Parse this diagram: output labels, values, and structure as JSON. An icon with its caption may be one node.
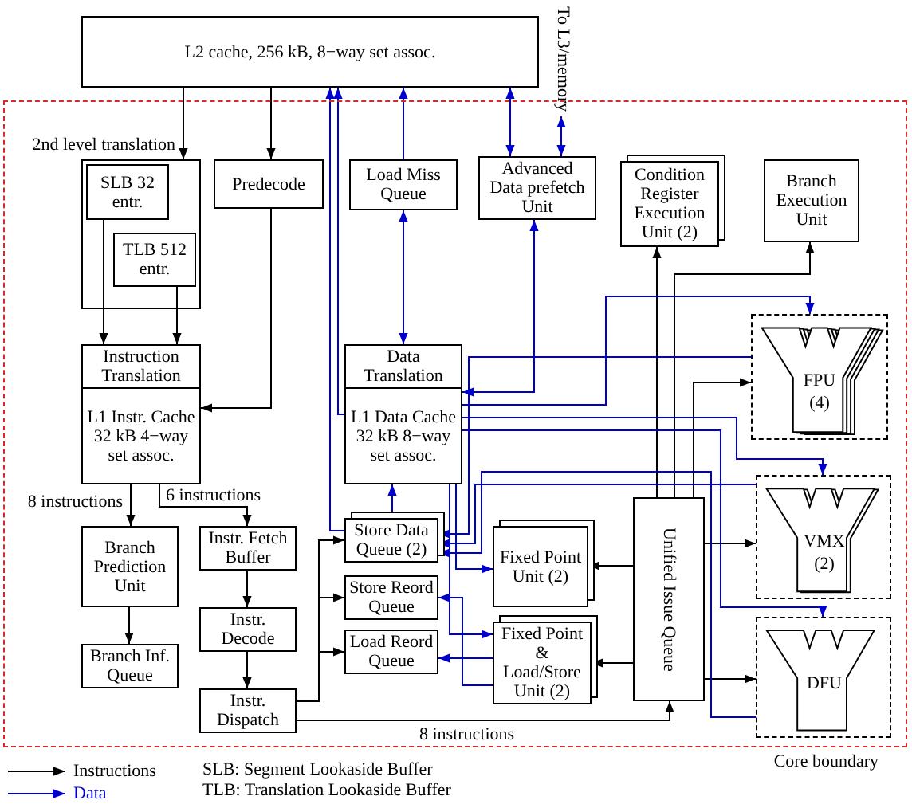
{
  "diagram": {
    "nodes": [
      {
        "text": [
          "L2 cache, 256 kB, 8−way set assoc."
        ]
      },
      {
        "text": [
          "To L3/memory"
        ]
      },
      {
        "text": [
          "Core boundary"
        ]
      },
      {
        "text": [
          "2nd level translation"
        ],
        "in": 2
      },
      {
        "text": [
          "SLB 32 entr."
        ],
        "in": 3
      },
      {
        "text": [
          "TLB 512 entr."
        ],
        "in": 3
      },
      {
        "text": [
          "Predecode"
        ],
        "in": 2
      },
      {
        "text": [
          "Load Miss Queue"
        ],
        "in": 2
      },
      {
        "text": [
          "Advanced Data prefetch Unit"
        ],
        "in": 2
      },
      {
        "text": [
          "Condition Register Execution Unit (2)"
        ],
        "in": 2
      },
      {
        "text": [
          "Branch Execution Unit"
        ],
        "in": 2
      },
      {
        "text": [
          "Instruction Translation",
          "L1 Instr. Cache 32 kB 4−way set assoc."
        ],
        "in": 2
      },
      {
        "text": [
          "Data Translation",
          "L1 Data Cache 32 kB 8−way set assoc."
        ],
        "in": 2
      },
      {
        "text": [
          "FPU (4)"
        ],
        "in": 2
      },
      {
        "text": [
          "Unified Issue Queue"
        ],
        "in": 2
      },
      {
        "text": [
          "VMX (2)"
        ],
        "in": 2
      },
      {
        "text": [
          "Branch Prediction Unit"
        ],
        "in": 2
      },
      {
        "text": [
          "Instr. Fetch Buffer"
        ],
        "in": 2
      },
      {
        "text": [
          "Store Data Queue (2)"
        ],
        "in": 2
      },
      {
        "text": [
          "Fixed Point Unit (2)"
        ],
        "in": 2
      },
      {
        "text": [
          "Store Reord Queue"
        ],
        "in": 2
      },
      {
        "text": [
          "Branch Inf. Queue"
        ],
        "in": 2
      },
      {
        "text": [
          "Instr. Decode"
        ],
        "in": 2
      },
      {
        "text": [
          "Load Reord Queue"
        ],
        "in": 2
      },
      {
        "text": [
          "Fixed Point & Load/Store Unit (2)"
        ],
        "in": 2
      },
      {
        "text": [
          "DFU"
        ],
        "in": 2
      },
      {
        "text": [
          "Instr. Dispatch"
        ],
        "in": 2
      }
    ],
    "edges": [
      {
        "from": 0,
        "to": 3,
        "arrow": "to"
      },
      {
        "from": 0,
        "to": 6,
        "arrow": "to"
      },
      {
        "from": 6,
        "to": 11,
        "arrow": "to"
      },
      {
        "from": 4,
        "to": 11,
        "arrow": "to"
      },
      {
        "from": 5,
        "to": 11,
        "arrow": "to"
      },
      {
        "from": 11,
        "to": 16,
        "arrow": "to",
        "label": "8 instructions"
      },
      {
        "from": 11,
        "to": 17,
        "arrow": "to",
        "label": "6 instructions"
      },
      {
        "from": 17,
        "to": 22,
        "arrow": "to"
      },
      {
        "from": 22,
        "to": 26,
        "arrow": "to"
      },
      {
        "from": 16,
        "to": 21,
        "arrow": "to"
      },
      {
        "from": 26,
        "to": 18,
        "arrow": "to"
      },
      {
        "from": 26,
        "to": 20,
        "arrow": "to"
      },
      {
        "from": 26,
        "to": 23,
        "arrow": "to"
      },
      {
        "from": 26,
        "to": 14,
        "arrow": "to",
        "label": "8 instructions"
      },
      {
        "from": 14,
        "to": 19,
        "arrow": "to"
      },
      {
        "from": 14,
        "to": 24,
        "arrow": "to"
      },
      {
        "from": 14,
        "to": 15,
        "arrow": "to"
      },
      {
        "from": 14,
        "to": 25,
        "arrow": "to"
      },
      {
        "from": 14,
        "to": 13,
        "arrow": "to"
      },
      {
        "from": 14,
        "to": 9,
        "arrow": "to"
      },
      {
        "from": 14,
        "to": 10,
        "arrow": "to"
      },
      {
        "from": 8,
        "to": 0,
        "arrow": "both",
        "color": "#0000cc"
      },
      {
        "from": 8,
        "to": 1,
        "arrow": "both",
        "color": "#0000cc"
      },
      {
        "from": 7,
        "to": 0,
        "arrow": "to",
        "color": "#0000cc"
      },
      {
        "from": 7,
        "to": 12,
        "arrow": "both",
        "color": "#0000cc"
      },
      {
        "from": 8,
        "to": 12,
        "arrow": "both",
        "color": "#0000cc"
      },
      {
        "from": 12,
        "to": 0,
        "arrow": "to",
        "color": "#0000cc"
      },
      {
        "from": 18,
        "to": 0,
        "arrow": "to",
        "color": "#0000cc"
      },
      {
        "from": 18,
        "to": 12,
        "arrow": "to",
        "color": "#0000cc"
      },
      {
        "from": 12,
        "to": 13,
        "arrow": "to",
        "color": "#0000cc"
      },
      {
        "from": 12,
        "to": 15,
        "arrow": "to",
        "color": "#0000cc"
      },
      {
        "from": 12,
        "to": 25,
        "arrow": "to",
        "color": "#0000cc"
      },
      {
        "from": 13,
        "to": 18,
        "arrow": "to",
        "color": "#0000cc"
      },
      {
        "from": 15,
        "to": 18,
        "arrow": "to",
        "color": "#0000cc"
      },
      {
        "from": 25,
        "to": 18,
        "arrow": "to",
        "color": "#0000cc"
      },
      {
        "from": 12,
        "to": 19,
        "arrow": "to",
        "color": "#0000cc"
      },
      {
        "from": 12,
        "to": 24,
        "arrow": "to",
        "color": "#0000cc"
      },
      {
        "from": 24,
        "to": 23,
        "arrow": "to",
        "color": "#0000cc"
      },
      {
        "from": 24,
        "to": 20,
        "arrow": "to",
        "color": "#0000cc"
      }
    ],
    "labels": [
      "SLB: Segment Lookaside Buffer",
      "TLB: Translation Lookaside Buffer"
    ],
    "legend": [
      {
        "text": "Instructions"
      },
      {
        "text": "Data"
      }
    ]
  }
}
